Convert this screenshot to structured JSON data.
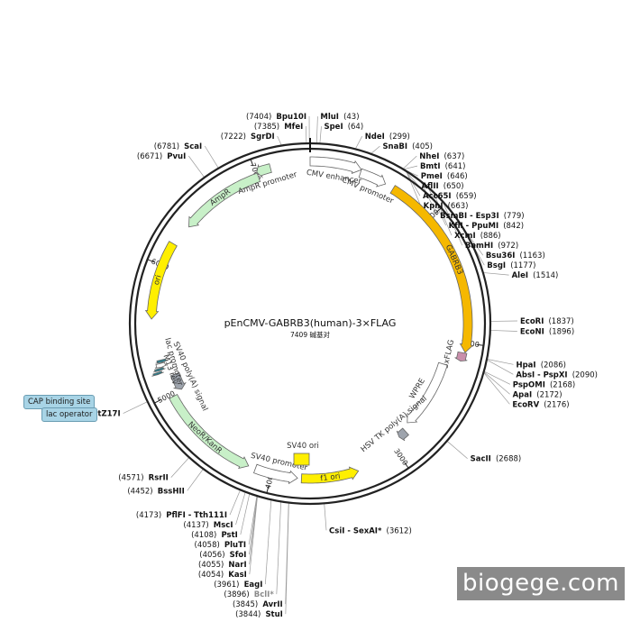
{
  "plasmid": {
    "name": "pEnCMV-GABRB3(human)-3×FLAG",
    "length": 7409,
    "length_label": "7409 碱基对"
  },
  "ticks": [
    {
      "bp": 1000,
      "label": "1000"
    },
    {
      "bp": 2000,
      "label": "2000"
    },
    {
      "bp": 3000,
      "label": "3000"
    },
    {
      "bp": 4000,
      "label": "4000"
    },
    {
      "bp": 5000,
      "label": "5000"
    },
    {
      "bp": 6000,
      "label": "6000"
    },
    {
      "bp": 7000,
      "label": "7000"
    }
  ],
  "features": [
    {
      "name": "CMV enhancer",
      "start": 7409,
      "end": 380,
      "strand": 1,
      "color": "#ffffff",
      "label": "CMV enhancer"
    },
    {
      "name": "CMV promoter",
      "start": 380,
      "end": 584,
      "strand": 1,
      "color": "#ffffff",
      "label": "CMV promoter"
    },
    {
      "name": "GABRB3",
      "start": 650,
      "end": 2070,
      "strand": 1,
      "color": "#f5b800",
      "label": "GABRB3"
    },
    {
      "name": "3xFLAG",
      "start": 2075,
      "end": 2140,
      "strand": 1,
      "color": "#c98fab",
      "label": "3xFLAG"
    },
    {
      "name": "WPRE",
      "start": 2200,
      "end": 2790,
      "strand": 1,
      "color": "#ffffff",
      "label": "WPRE"
    },
    {
      "name": "HSV TK poly(A) signal",
      "start": 2850,
      "end": 2920,
      "strand": 1,
      "color": "#9ea4ad",
      "label": "HSV TK poly(A) signal"
    },
    {
      "name": "f1 ori",
      "start": 3330,
      "end": 3770,
      "strand": -1,
      "color": "#ffef00",
      "label": "f1 ori"
    },
    {
      "name": "SV40 promoter",
      "start": 3800,
      "end": 4130,
      "strand": -1,
      "color": "#ffffff",
      "label": "SV40 promoter"
    },
    {
      "name": "NeoR/KanR",
      "start": 4185,
      "end": 4980,
      "strand": -1,
      "color": "#c8f0c8",
      "label": "NeoR/KanR"
    },
    {
      "name": "SV40 poly(A) signal",
      "start": 5000,
      "end": 5135,
      "strand": -1,
      "color": "#9ea4ad",
      "label": "SV40 poly(A) signal"
    },
    {
      "name": "M13 rev",
      "start": 5175,
      "end": 5190,
      "strand": -1,
      "color": "#2e7d8c",
      "label": "M13 rev"
    },
    {
      "name": "lac operator",
      "start": 5198,
      "end": 5215,
      "strand": -1,
      "color": "#2e7d8c",
      "label": ""
    },
    {
      "name": "lac promoter",
      "start": 5220,
      "end": 5250,
      "strand": -1,
      "color": "#ffffff",
      "label": "lac promoter"
    },
    {
      "name": "CAP binding site",
      "start": 5255,
      "end": 5275,
      "strand": -1,
      "color": "#2e7d8c",
      "label": ""
    },
    {
      "name": "ori",
      "start": 5590,
      "end": 6180,
      "strand": -1,
      "color": "#ffef00",
      "label": "ori"
    },
    {
      "name": "AmpR",
      "start": 6350,
      "end": 7010,
      "strand": -1,
      "color": "#c8f0c8",
      "label": "AmpR"
    },
    {
      "name": "AmpR promoter",
      "start": 7010,
      "end": 7115,
      "strand": -1,
      "color": "#c8f0c8",
      "label": "AmpR promoter"
    },
    {
      "name": "SV40 ori",
      "start": 3950,
      "end": 4100,
      "strand": 0,
      "color": "#ffef00",
      "label": "SV40 ori"
    }
  ],
  "sites": [
    {
      "name": "Bpu10I",
      "pos": "(7404)",
      "bp": 7404,
      "side": "left"
    },
    {
      "name": "MfeI",
      "pos": "(7385)",
      "bp": 7385,
      "side": "left"
    },
    {
      "name": "SgrDI",
      "pos": "(7222)",
      "bp": 7222,
      "side": "left"
    },
    {
      "name": "ScaI",
      "pos": "(6781)",
      "bp": 6781,
      "side": "left"
    },
    {
      "name": "PvuI",
      "pos": "(6671)",
      "bp": 6671,
      "side": "left"
    },
    {
      "name": "MluI",
      "pos": "(43)",
      "bp": 43,
      "side": "right"
    },
    {
      "name": "SpeI",
      "pos": "(64)",
      "bp": 64,
      "side": "right"
    },
    {
      "name": "NdeI",
      "pos": "(299)",
      "bp": 299,
      "side": "right"
    },
    {
      "name": "SnaBI",
      "pos": "(405)",
      "bp": 405,
      "side": "right"
    },
    {
      "name": "NheI",
      "pos": "(637)",
      "bp": 637,
      "side": "right"
    },
    {
      "name": "BmtI",
      "pos": "(641)",
      "bp": 641,
      "side": "right"
    },
    {
      "name": "PmeI",
      "pos": "(646)",
      "bp": 646,
      "side": "right"
    },
    {
      "name": "AflII",
      "pos": "(650)",
      "bp": 650,
      "side": "right"
    },
    {
      "name": "Acc65I",
      "pos": "(659)",
      "bp": 659,
      "side": "right"
    },
    {
      "name": "KpnI",
      "pos": "(663)",
      "bp": 663,
      "side": "right"
    },
    {
      "name": "BsmBI - Esp3I",
      "pos": "(779)",
      "bp": 779,
      "side": "right"
    },
    {
      "name": "KflI - PpuMI",
      "pos": "(842)",
      "bp": 842,
      "side": "right"
    },
    {
      "name": "XcmI",
      "pos": "(886)",
      "bp": 886,
      "side": "right"
    },
    {
      "name": "BamHI",
      "pos": "(972)",
      "bp": 972,
      "side": "right"
    },
    {
      "name": "Bsu36I",
      "pos": "(1163)",
      "bp": 1163,
      "side": "right"
    },
    {
      "name": "BsgI",
      "pos": "(1177)",
      "bp": 1177,
      "side": "right"
    },
    {
      "name": "AleI",
      "pos": "(1514)",
      "bp": 1514,
      "side": "right"
    },
    {
      "name": "EcoRI",
      "pos": "(1837)",
      "bp": 1837,
      "side": "right"
    },
    {
      "name": "EcoNI",
      "pos": "(1896)",
      "bp": 1896,
      "side": "right"
    },
    {
      "name": "HpaI",
      "pos": "(2086)",
      "bp": 2086,
      "side": "right"
    },
    {
      "name": "AbsI - PspXI",
      "pos": "(2090)",
      "bp": 2090,
      "side": "right"
    },
    {
      "name": "PspOMI",
      "pos": "(2168)",
      "bp": 2168,
      "side": "right"
    },
    {
      "name": "ApaI",
      "pos": "(2172)",
      "bp": 2172,
      "side": "right"
    },
    {
      "name": "EcoRV",
      "pos": "(2176)",
      "bp": 2176,
      "side": "right"
    },
    {
      "name": "SacII",
      "pos": "(2688)",
      "bp": 2688,
      "side": "right"
    },
    {
      "name": "CsiI - SexAI*",
      "pos": "(3612)",
      "bp": 3612,
      "side": "right"
    },
    {
      "name": "StuI",
      "pos": "(3844)",
      "bp": 3844,
      "side": "right"
    },
    {
      "name": "AvrII",
      "pos": "(3845)",
      "bp": 3845,
      "side": "left"
    },
    {
      "name": "BclI*",
      "pos": "(3896)",
      "bp": 3896,
      "side": "left"
    },
    {
      "name": "EagI",
      "pos": "(3961)",
      "bp": 3961,
      "side": "left"
    },
    {
      "name": "KasI",
      "pos": "(4054)",
      "bp": 4054,
      "side": "left"
    },
    {
      "name": "NarI",
      "pos": "(4055)",
      "bp": 4055,
      "side": "left"
    },
    {
      "name": "SfoI",
      "pos": "(4056)",
      "bp": 4056,
      "side": "left"
    },
    {
      "name": "PluTI",
      "pos": "(4058)",
      "bp": 4058,
      "side": "left"
    },
    {
      "name": "PstI",
      "pos": "(4108)",
      "bp": 4108,
      "side": "left"
    },
    {
      "name": "MscI",
      "pos": "(4137)",
      "bp": 4137,
      "side": "left"
    },
    {
      "name": "PflFI - Tth111I",
      "pos": "(4173)",
      "bp": 4173,
      "side": "left"
    },
    {
      "name": "BssHII",
      "pos": "(4452)",
      "bp": 4452,
      "side": "left"
    },
    {
      "name": "RsrII",
      "pos": "(4571)",
      "bp": 4571,
      "side": "left"
    },
    {
      "name": "BstZ17I",
      "pos": "(5029)",
      "bp": 5029,
      "side": "left"
    }
  ],
  "callouts": [
    {
      "label": "CAP binding site"
    },
    {
      "label": "lac operator"
    }
  ],
  "watermark": "biogege.com"
}
